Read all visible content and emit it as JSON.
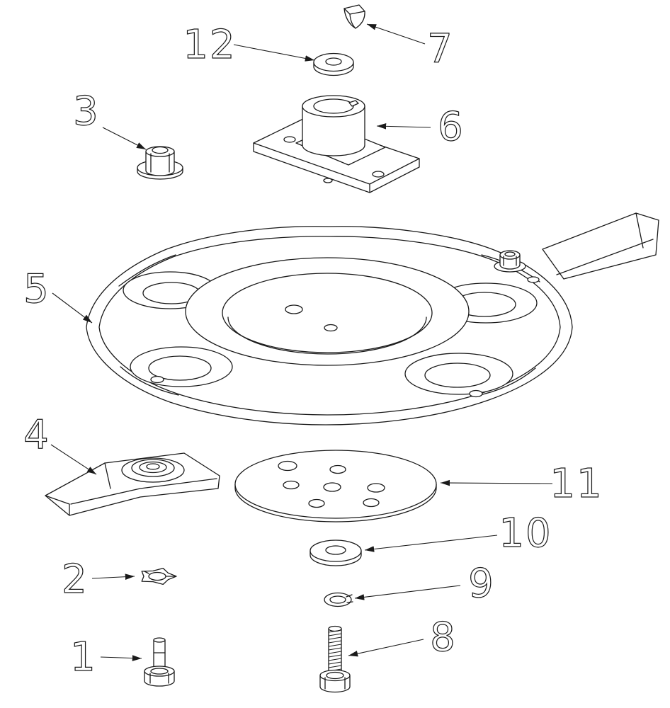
{
  "diagram": {
    "background": "#ffffff",
    "line_color": "#1a1a1a",
    "callouts": {
      "c1": "1",
      "c2": "2",
      "c3": "3",
      "c4": "4",
      "c5": "5",
      "c6": "6",
      "c7": "7",
      "c8": "8",
      "c9": "9",
      "c10": "10",
      "c11": "11",
      "c12": "12"
    }
  }
}
